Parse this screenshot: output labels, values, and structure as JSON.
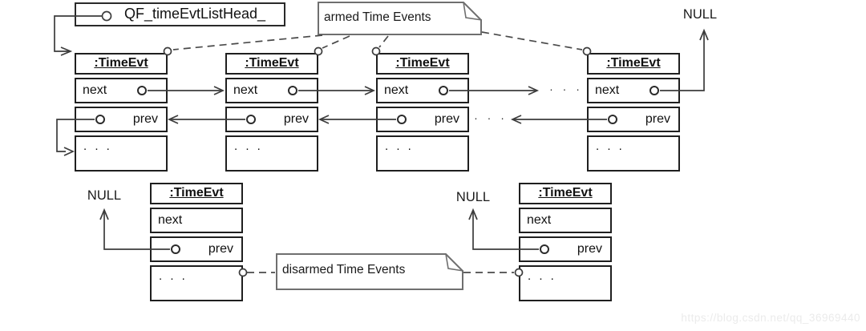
{
  "head": {
    "label": "QF_timeEvtListHead_"
  },
  "notes": {
    "armed": "armed Time Events",
    "disarmed": "disarmed Time Events"
  },
  "labels": {
    "null_top_right": "NULL",
    "null_bottom_left": "NULL",
    "null_bottom_right": "NULL",
    "ellipsis_next_row": "· · ·",
    "ellipsis_prev_row": "· · ·"
  },
  "armed_boxes": [
    {
      "title": ":TimeEvt",
      "next_label": "next",
      "prev_label": "prev",
      "dots": ". . ."
    },
    {
      "title": ":TimeEvt",
      "next_label": "next",
      "prev_label": "prev",
      "dots": ". . ."
    },
    {
      "title": ":TimeEvt",
      "next_label": "next",
      "prev_label": "prev",
      "dots": ". . ."
    },
    {
      "title": ":TimeEvt",
      "next_label": "next",
      "prev_label": "prev",
      "dots": ". . ."
    }
  ],
  "disarmed_boxes": [
    {
      "title": ":TimeEvt",
      "next_label": "next",
      "prev_label": "prev",
      "dots": ". . ."
    },
    {
      "title": ":TimeEvt",
      "next_label": "next",
      "prev_label": "prev",
      "dots": ". . ."
    }
  ],
  "watermark": "https://blog.csdn.net/qq_36969440",
  "colors": {
    "background": "#ffffff",
    "box_border": "#1f1f1f",
    "connector_line": "#3c3c3c",
    "note_border": "#6f6f6f",
    "watermark_text": "#ebebeb"
  }
}
